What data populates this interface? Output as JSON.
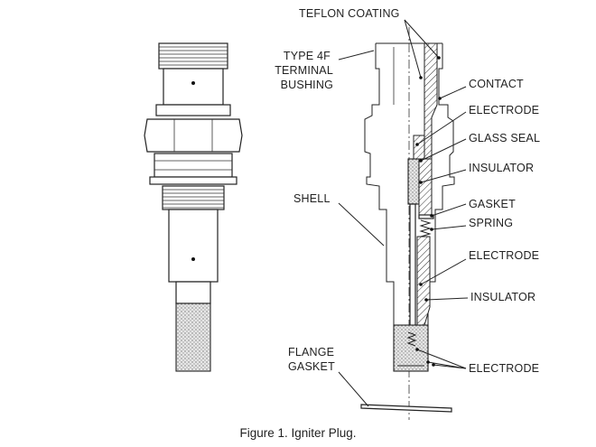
{
  "labels": {
    "teflon_coating": "TEFLON COATING",
    "terminal_bushing": [
      "TYPE 4F",
      "TERMINAL",
      "BUSHING"
    ],
    "contact": "CONTACT",
    "electrode_1": "ELECTRODE",
    "glass_seal": "GLASS SEAL",
    "insulator_1": "INSULATOR",
    "gasket": "GASKET",
    "spring": "SPRING",
    "shell": "SHELL",
    "electrode_2": "ELECTRODE",
    "insulator_2": "INSULATOR",
    "flange_gasket": [
      "FLANGE",
      "GASKET"
    ],
    "electrode_3": "ELECTRODE"
  },
  "caption": "Figure 1.  Igniter Plug."
}
